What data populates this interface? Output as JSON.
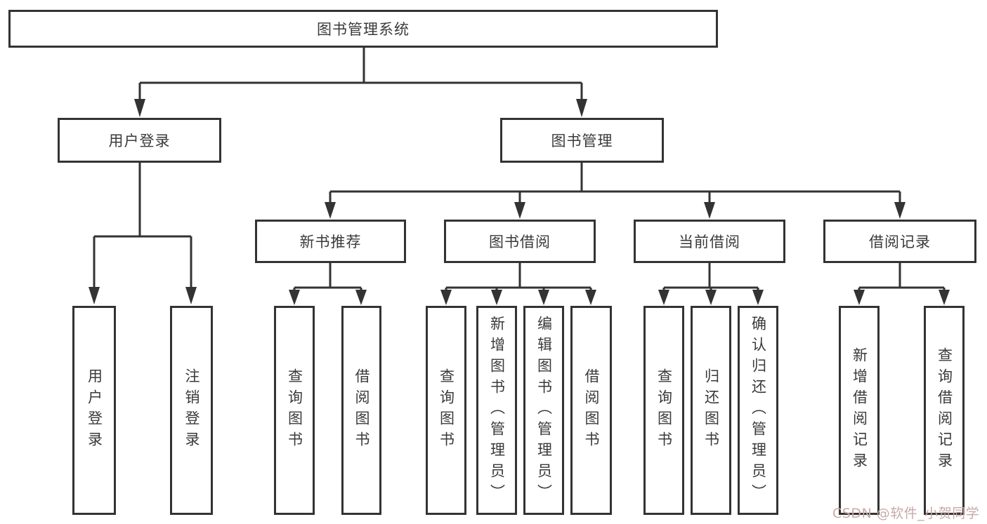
{
  "diagram": {
    "title": "图书管理系统",
    "root": "图书管理系统",
    "branches": [
      {
        "label": "用户登录",
        "children": [
          "用户登录",
          "注销登录"
        ]
      },
      {
        "label": "图书管理",
        "groups": [
          {
            "label": "新书推荐",
            "children": [
              "查询图书",
              "借阅图书"
            ]
          },
          {
            "label": "图书借阅",
            "children": [
              "查询图书",
              "新增图书（管理员）",
              "编辑图书（管理员）",
              "借阅图书"
            ]
          },
          {
            "label": "当前借阅",
            "children": [
              "查询图书",
              "归还图书",
              "确认归还（管理员）"
            ]
          },
          {
            "label": "借阅记录",
            "children": [
              "新增借阅记录",
              "查询借阅记录"
            ]
          }
        ]
      }
    ]
  },
  "watermark": "CSDN @软件_小贺同学",
  "colors": {
    "line": "#333333",
    "text": "#3a3a3a",
    "background": "#ffffff",
    "watermark": "#c9a9a9"
  }
}
